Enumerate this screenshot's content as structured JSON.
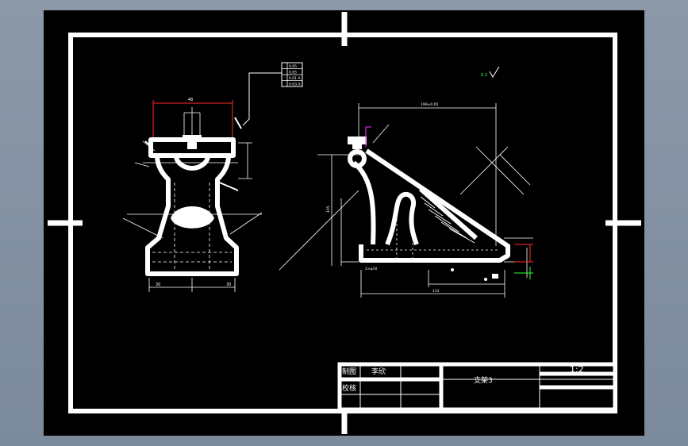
{
  "colors": {
    "background": "#7f8ea0",
    "sheet": "#000000",
    "lines": "#ffffff",
    "dimension": "#ff2a2a",
    "accent_magenta": "#ff33ff",
    "accent_green": "#33ff33"
  },
  "title_block": {
    "row1_label": "制图",
    "row1_name": "李欣",
    "row2_label": "校核",
    "part_name": "支架3",
    "scale": "1:2"
  },
  "tolerance_box": {
    "lines": [
      "0.05",
      "0.05",
      "0.01 A",
      "0.03 A"
    ]
  },
  "dimensions": {
    "top_width": "48",
    "top_length": "199±0.05",
    "base_left": "30",
    "base_right": "30",
    "base_length": "112",
    "left_height": "105",
    "left_note": "2×φ10",
    "roughness": "6.3"
  }
}
